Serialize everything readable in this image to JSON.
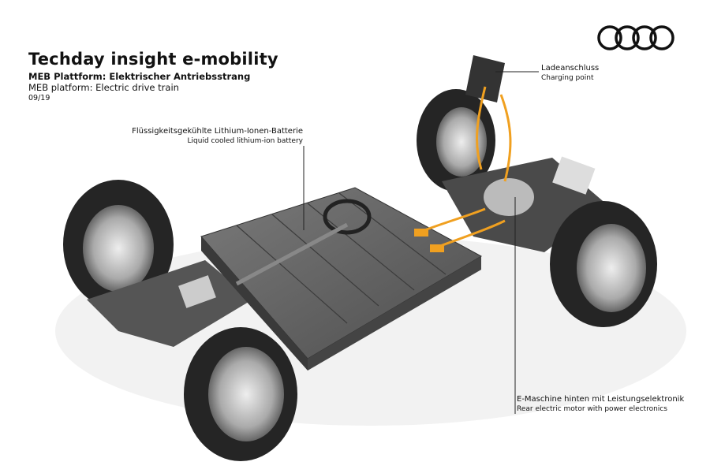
{
  "header": {
    "title": "Techday insight e-mobility",
    "subtitle_de": "MEB Plattform: Elektrischer Antriebsstrang",
    "subtitle_en": "MEB platform: Electric drive train",
    "date": "09/19"
  },
  "logo": {
    "brand": "Audi",
    "icon": "four-rings-logo"
  },
  "callouts": {
    "battery": {
      "de": "Flüssigkeitsgekühlte Lithium-Ionen-Batterie",
      "en": "Liquid cooled lithium-ion battery"
    },
    "charging": {
      "de": "Ladeanschluss",
      "en": "Charging point"
    },
    "motor": {
      "de": "E-Maschine hinten mit Leistungselektronik",
      "en": "Rear electric motor with power electronics"
    }
  },
  "colors": {
    "cable": "#f0a020",
    "battery": "#6a6a6a",
    "tire": "#2a2a2a"
  }
}
